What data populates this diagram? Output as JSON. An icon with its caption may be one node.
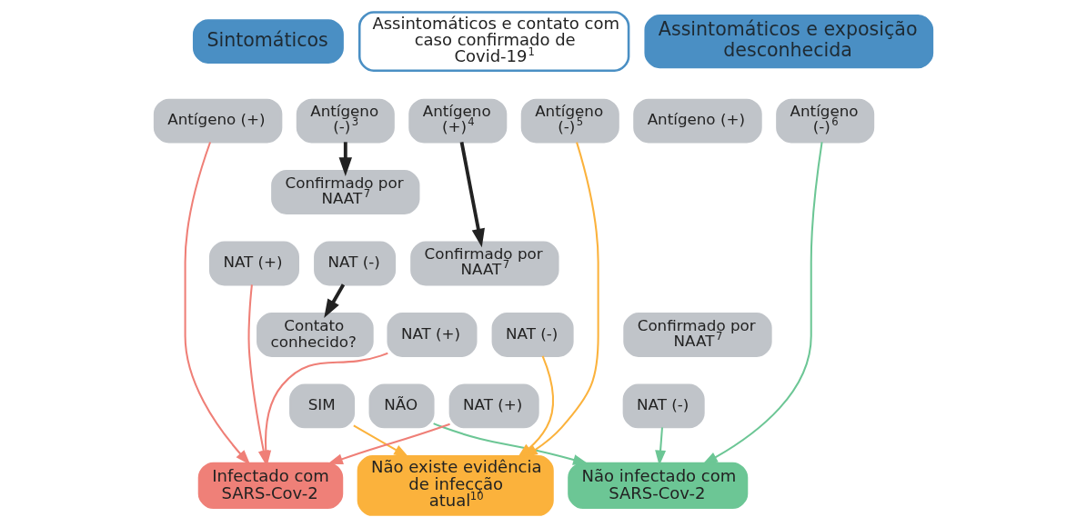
{
  "diagram": {
    "nodes": [
      {
        "text": [
          "Sintomáticos"
        ]
      },
      {
        "text": [
          "Assintomáticos e contato com caso confirmado de Covid-19$^{1}$"
        ]
      },
      {
        "text": [
          "Assintomáticos e exposição desconhecida"
        ]
      },
      {
        "text": [
          "Antígeno (+)"
        ]
      },
      {
        "text": [
          "Antígeno (-)$^{3}$"
        ]
      },
      {
        "text": [
          "Confirmado por NAAT$^{7}$"
        ]
      },
      {
        "text": [
          "NAT (+)"
        ]
      },
      {
        "text": [
          "NAT (-)"
        ]
      },
      {
        "text": [
          "Contato conhecido?"
        ]
      },
      {
        "text": [
          "SIM"
        ]
      },
      {
        "text": [
          "NÃO"
        ]
      },
      {
        "text": [
          "Antígeno (+)$^{4}$"
        ]
      },
      {
        "text": [
          "Antígeno (-)$^{5}$"
        ]
      },
      {
        "text": [
          "Confirmado por NAAT$^{7}$"
        ]
      },
      {
        "text": [
          "NAT (+)"
        ]
      },
      {
        "text": [
          "NAT (-)"
        ]
      },
      {
        "text": [
          "Antígeno (+)"
        ]
      },
      {
        "text": [
          "Antígeno (-)$^{6}$"
        ]
      },
      {
        "text": [
          "Confirmado por NAAT$^{7}$"
        ]
      },
      {
        "text": [
          "NAT (+)"
        ]
      },
      {
        "text": [
          "NAT (-)"
        ]
      },
      {
        "text": [
          "Infectado com SARS-Cov-2"
        ]
      },
      {
        "text": [
          "Não existe evidência de infecção atual$^{10}$"
        ]
      },
      {
        "text": [
          "Não infectado com SARS-Cov-2"
        ]
      }
    ],
    "edges": [
      {
        "from": 4,
        "to": 5,
        "arrow": "to",
        "style": "thick",
        "color": "#222222"
      },
      {
        "from": 7,
        "to": 8,
        "arrow": "to",
        "style": "thick",
        "color": "#222222"
      },
      {
        "from": 11,
        "to": 13,
        "arrow": "to",
        "style": "thick",
        "color": "#222222"
      },
      {
        "from": 3,
        "to": 21,
        "arrow": "to",
        "color": "#ef7f77"
      },
      {
        "from": 6,
        "to": 21,
        "arrow": "to",
        "color": "#ef7f77"
      },
      {
        "from": 14,
        "to": 21,
        "arrow": "to",
        "color": "#ef7f77"
      },
      {
        "from": 19,
        "to": 21,
        "arrow": "to",
        "color": "#ef7f77"
      },
      {
        "from": 9,
        "to": 22,
        "arrow": "to",
        "color": "#fbb23c"
      },
      {
        "from": 12,
        "to": 22,
        "arrow": "to",
        "color": "#fbb23c"
      },
      {
        "from": 15,
        "to": 22,
        "arrow": "to",
        "color": "#fbb23c"
      },
      {
        "from": 10,
        "to": 23,
        "arrow": "to",
        "color": "#6cc695"
      },
      {
        "from": 20,
        "to": 23,
        "arrow": "to",
        "color": "#6cc695"
      },
      {
        "from": 17,
        "to": 23,
        "arrow": "to",
        "color": "#6cc695"
      }
    ]
  }
}
